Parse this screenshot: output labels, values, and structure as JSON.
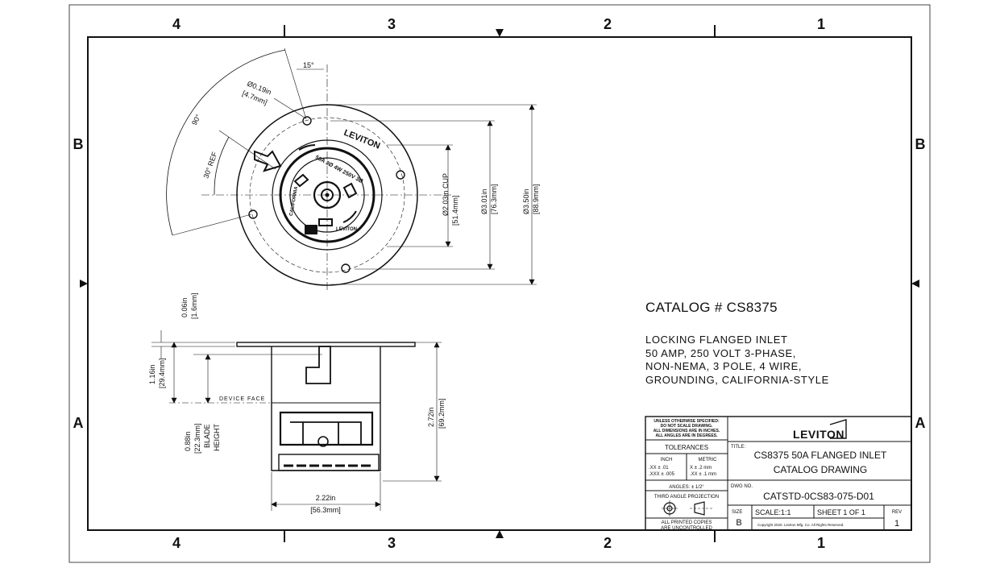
{
  "zones": {
    "columns": [
      "4",
      "3",
      "2",
      "1"
    ],
    "rows": [
      "B",
      "A"
    ]
  },
  "catalog": {
    "number": "CATALOG # CS8375",
    "description": [
      "LOCKING FLANGED INLET",
      "50 AMP, 250 VOLT 3-PHASE,",
      "NON-NEMA, 3 POLE, 4 WIRE,",
      "GROUNDING, CALIFORNIA-STYLE"
    ]
  },
  "face_marking": {
    "brand": "LEVITON",
    "rating": "50A 3Ø 4W 250V 3Ø",
    "side_left": "CALIFORNIA",
    "side_bottom": "LEVITON"
  },
  "dimensions": {
    "top_angle": "15°",
    "hole_diameter": {
      "in": "Ø0.19in",
      "mm": "[4.7mm]"
    },
    "bolt_angle": "90°",
    "ref_angle": "30° REF",
    "cup": {
      "in": "Ø2.03in CUP",
      "mm": "[51.4mm]"
    },
    "bolt_circle": {
      "in": "Ø3.01in",
      "mm": "[76.3mm]"
    },
    "flange": {
      "in": "Ø3.50in",
      "mm": "[88.9mm]"
    },
    "flange_thickness": {
      "in": "0.06in",
      "mm": "[1.6mm]"
    },
    "face_depth": {
      "in": "1.16in",
      "mm": "[29.4mm]"
    },
    "device_face": "DEVICE FACE",
    "blade_height": {
      "in": "0.88in",
      "mm": "[22.3mm]",
      "label1": "BLADE",
      "label2": "HEIGHT"
    },
    "body_height": {
      "in": "2.72in",
      "mm": "[69.2mm]"
    },
    "body_width": {
      "in": "2.22in",
      "mm": "[56.3mm]"
    }
  },
  "title_block": {
    "notes": [
      "UNLESS OTHERWISE SPECIFIED:",
      "DO NOT SCALE DRAWING.",
      "ALL DIMENSIONS ARE IN INCHES.",
      "ALL ANGLES ARE IN DEGREES."
    ],
    "tolerances_label": "TOLERANCES",
    "inch_label": "INCH",
    "metric_label": "METRIC",
    "inch_rows": [
      ".XX  ± .01",
      ".XXX ± .005"
    ],
    "metric_rows": [
      "X    ± .2 mm",
      ".XX  ± .1 mm"
    ],
    "angles": "ANGLES: ± 1/2°",
    "projection": "THIRD ANGLE PROJECTION",
    "printed_copies": [
      "ALL PRINTED COPIES",
      "ARE UNCONTROLLED"
    ],
    "logo": "LEVITON",
    "title_label": "TITLE:",
    "title_lines": [
      "CS8375 50A FLANGED INLET",
      "CATALOG DRAWING"
    ],
    "dwg_label": "DWG NO.",
    "dwg_no": "CATSTD-0CS83-075-D01",
    "size_label": "SIZE",
    "size": "B",
    "scale": "SCALE:1:1",
    "sheet": "SHEET 1 OF 1",
    "rev_label": "REV",
    "rev": "1",
    "copyright": "Copyright 2020. Leviton Mfg. Co. All Rights Reserved."
  },
  "colors": {
    "line": "#111111",
    "paper": "#ffffff"
  }
}
